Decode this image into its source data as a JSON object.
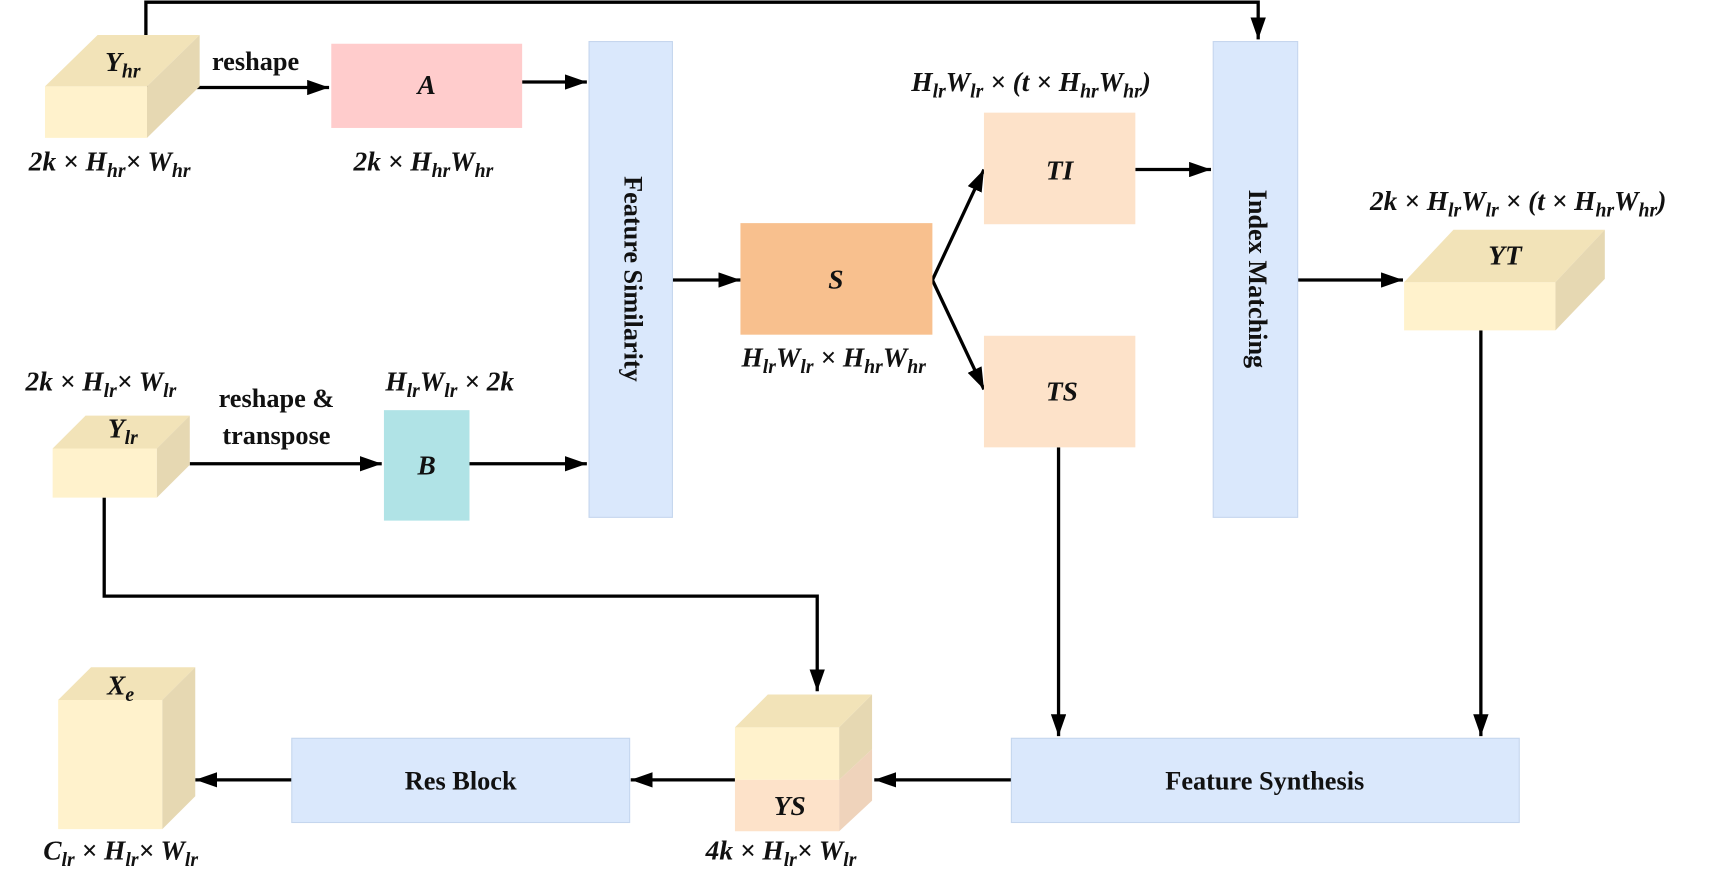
{
  "colors": {
    "cube_front": "#fff2cc",
    "cube_top": "#f2e3b8",
    "cube_side": "#e6d8b2",
    "matrix_A": "#ffcccc",
    "matrix_B": "#b0e3e6",
    "matrix_S": "#f8c08e",
    "matrix_T": "#fde2c9",
    "block": "#dae8fc",
    "arrow": "#000000"
  },
  "nodes": {
    "Y_hr": {
      "label": [
        {
          "t": "Y"
        },
        {
          "s": "hr"
        }
      ],
      "dims": [
        {
          "t": "2k × H"
        },
        {
          "s": "hr"
        },
        {
          "t": "× W"
        },
        {
          "s": "hr"
        }
      ]
    },
    "A": {
      "label": [
        {
          "t": "A"
        }
      ],
      "dims": [
        {
          "t": "2k × H"
        },
        {
          "s": "hr"
        },
        {
          "t": "W"
        },
        {
          "s": "hr"
        }
      ]
    },
    "Y_lr": {
      "label": [
        {
          "t": "Y"
        },
        {
          "s": "lr"
        }
      ],
      "dims": [
        {
          "t": "2k × H"
        },
        {
          "s": "lr"
        },
        {
          "t": "× W"
        },
        {
          "s": "lr"
        }
      ]
    },
    "B": {
      "label": [
        {
          "t": "B"
        }
      ],
      "dims": [
        {
          "t": "H"
        },
        {
          "s": "lr"
        },
        {
          "t": "W"
        },
        {
          "s": "lr"
        },
        {
          "t": " × 2k"
        }
      ]
    },
    "S": {
      "label": [
        {
          "t": "S"
        }
      ],
      "dims": [
        {
          "t": "H"
        },
        {
          "s": "lr"
        },
        {
          "t": "W"
        },
        {
          "s": "lr"
        },
        {
          "t": " × H"
        },
        {
          "s": "hr"
        },
        {
          "t": "W"
        },
        {
          "s": "hr"
        }
      ]
    },
    "TI": {
      "label": [
        {
          "t": "TI"
        }
      ],
      "dims": [
        {
          "t": "H"
        },
        {
          "s": "lr"
        },
        {
          "t": "W"
        },
        {
          "s": "lr"
        },
        {
          "t": " × (t × H"
        },
        {
          "s": "hr"
        },
        {
          "t": "W"
        },
        {
          "s": "hr"
        },
        {
          "t": ")"
        }
      ]
    },
    "TS": {
      "label": [
        {
          "t": "TS"
        }
      ]
    },
    "YT": {
      "label": [
        {
          "t": "YT"
        }
      ],
      "dims": [
        {
          "t": "2k × H"
        },
        {
          "s": "lr"
        },
        {
          "t": "W"
        },
        {
          "s": "lr"
        },
        {
          "t": " × (t × H"
        },
        {
          "s": "hr"
        },
        {
          "t": "W"
        },
        {
          "s": "hr"
        },
        {
          "t": ")"
        }
      ]
    },
    "YS": {
      "label": [
        {
          "t": "YS"
        }
      ],
      "dims": [
        {
          "t": "4k × H"
        },
        {
          "s": "lr"
        },
        {
          "t": "× W"
        },
        {
          "s": "lr"
        }
      ]
    },
    "X_e": {
      "label": [
        {
          "t": "X"
        },
        {
          "s": "e"
        }
      ],
      "dims": [
        {
          "t": "C"
        },
        {
          "s": "lr"
        },
        {
          "t": " × H"
        },
        {
          "s": "lr"
        },
        {
          "t": "× W"
        },
        {
          "s": "lr"
        }
      ]
    }
  },
  "blocks": {
    "feature_similarity": "Feature Similarity",
    "index_matching": "Index Matching",
    "feature_synthesis": "Feature Synthesis",
    "res_block": "Res Block"
  },
  "edge_labels": {
    "reshape": "reshape",
    "reshape_transpose_1": "reshape &",
    "reshape_transpose_2": "transpose"
  }
}
